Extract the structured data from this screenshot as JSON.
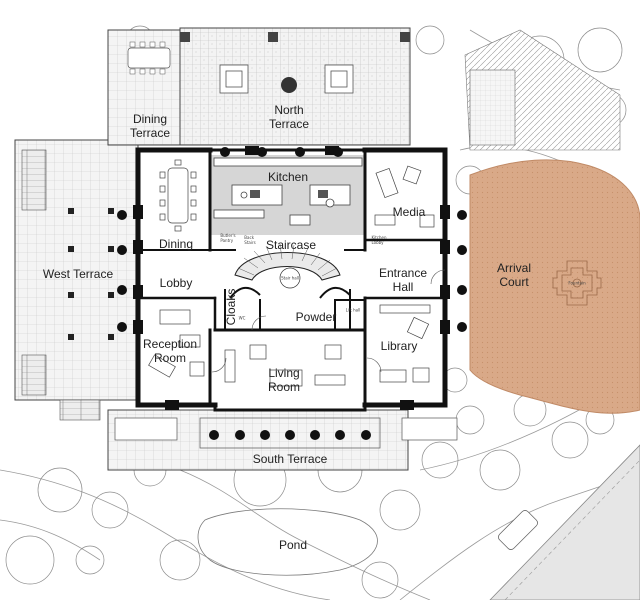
{
  "colors": {
    "wall": "#111111",
    "terrace_fill": "#f2f2f2",
    "grid_line": "#c9c9c9",
    "kitchen_fill": "#d6d6d6",
    "arrival_court_fill": "#d9a988",
    "arrival_court_edge": "#c08a66",
    "landscape_line": "#9a9a9a",
    "column": "#111111"
  },
  "labels": {
    "dining_terrace": "Dining\nTerrace",
    "north_terrace": "North\nTerrace",
    "kitchen": "Kitchen",
    "media": "Media",
    "dining": "Dining",
    "staircase": "Staircase",
    "west_terrace": "West Terrace",
    "lobby": "Lobby",
    "entrance_hall": "Entrance\nHall",
    "arrival_court": "Arrival\nCourt",
    "cloaks": "Cloaks",
    "powder": "Powder",
    "reception_room": "Reception\nRoom",
    "library": "Library",
    "living_room": "Living\nRoom",
    "south_terrace": "South Terrace",
    "pond": "Pond"
  },
  "tiny_labels": {
    "stair_hall": "Stair hall",
    "fountain": "Fountain",
    "lift_hall": "Lift hall",
    "butler_pantry": "Butler's\nPantry",
    "back_stairs": "Back\nStairs",
    "kitchen_lobby": "Kitchen\nLobby",
    "wc": "WC"
  }
}
